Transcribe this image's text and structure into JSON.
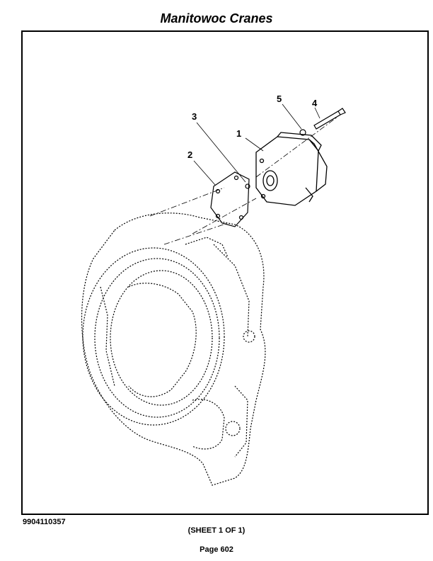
{
  "header": {
    "title": "Manitowoc Cranes"
  },
  "drawing": {
    "callouts": [
      {
        "id": "part-1",
        "label": "1"
      },
      {
        "id": "part-2",
        "label": "2"
      },
      {
        "id": "part-3",
        "label": "3"
      },
      {
        "id": "part-4",
        "label": "4"
      },
      {
        "id": "part-5",
        "label": "5"
      }
    ]
  },
  "footer": {
    "doc_number": "9904110357",
    "sheet": "(SHEET 1 OF 1)",
    "page": "Page 602"
  }
}
